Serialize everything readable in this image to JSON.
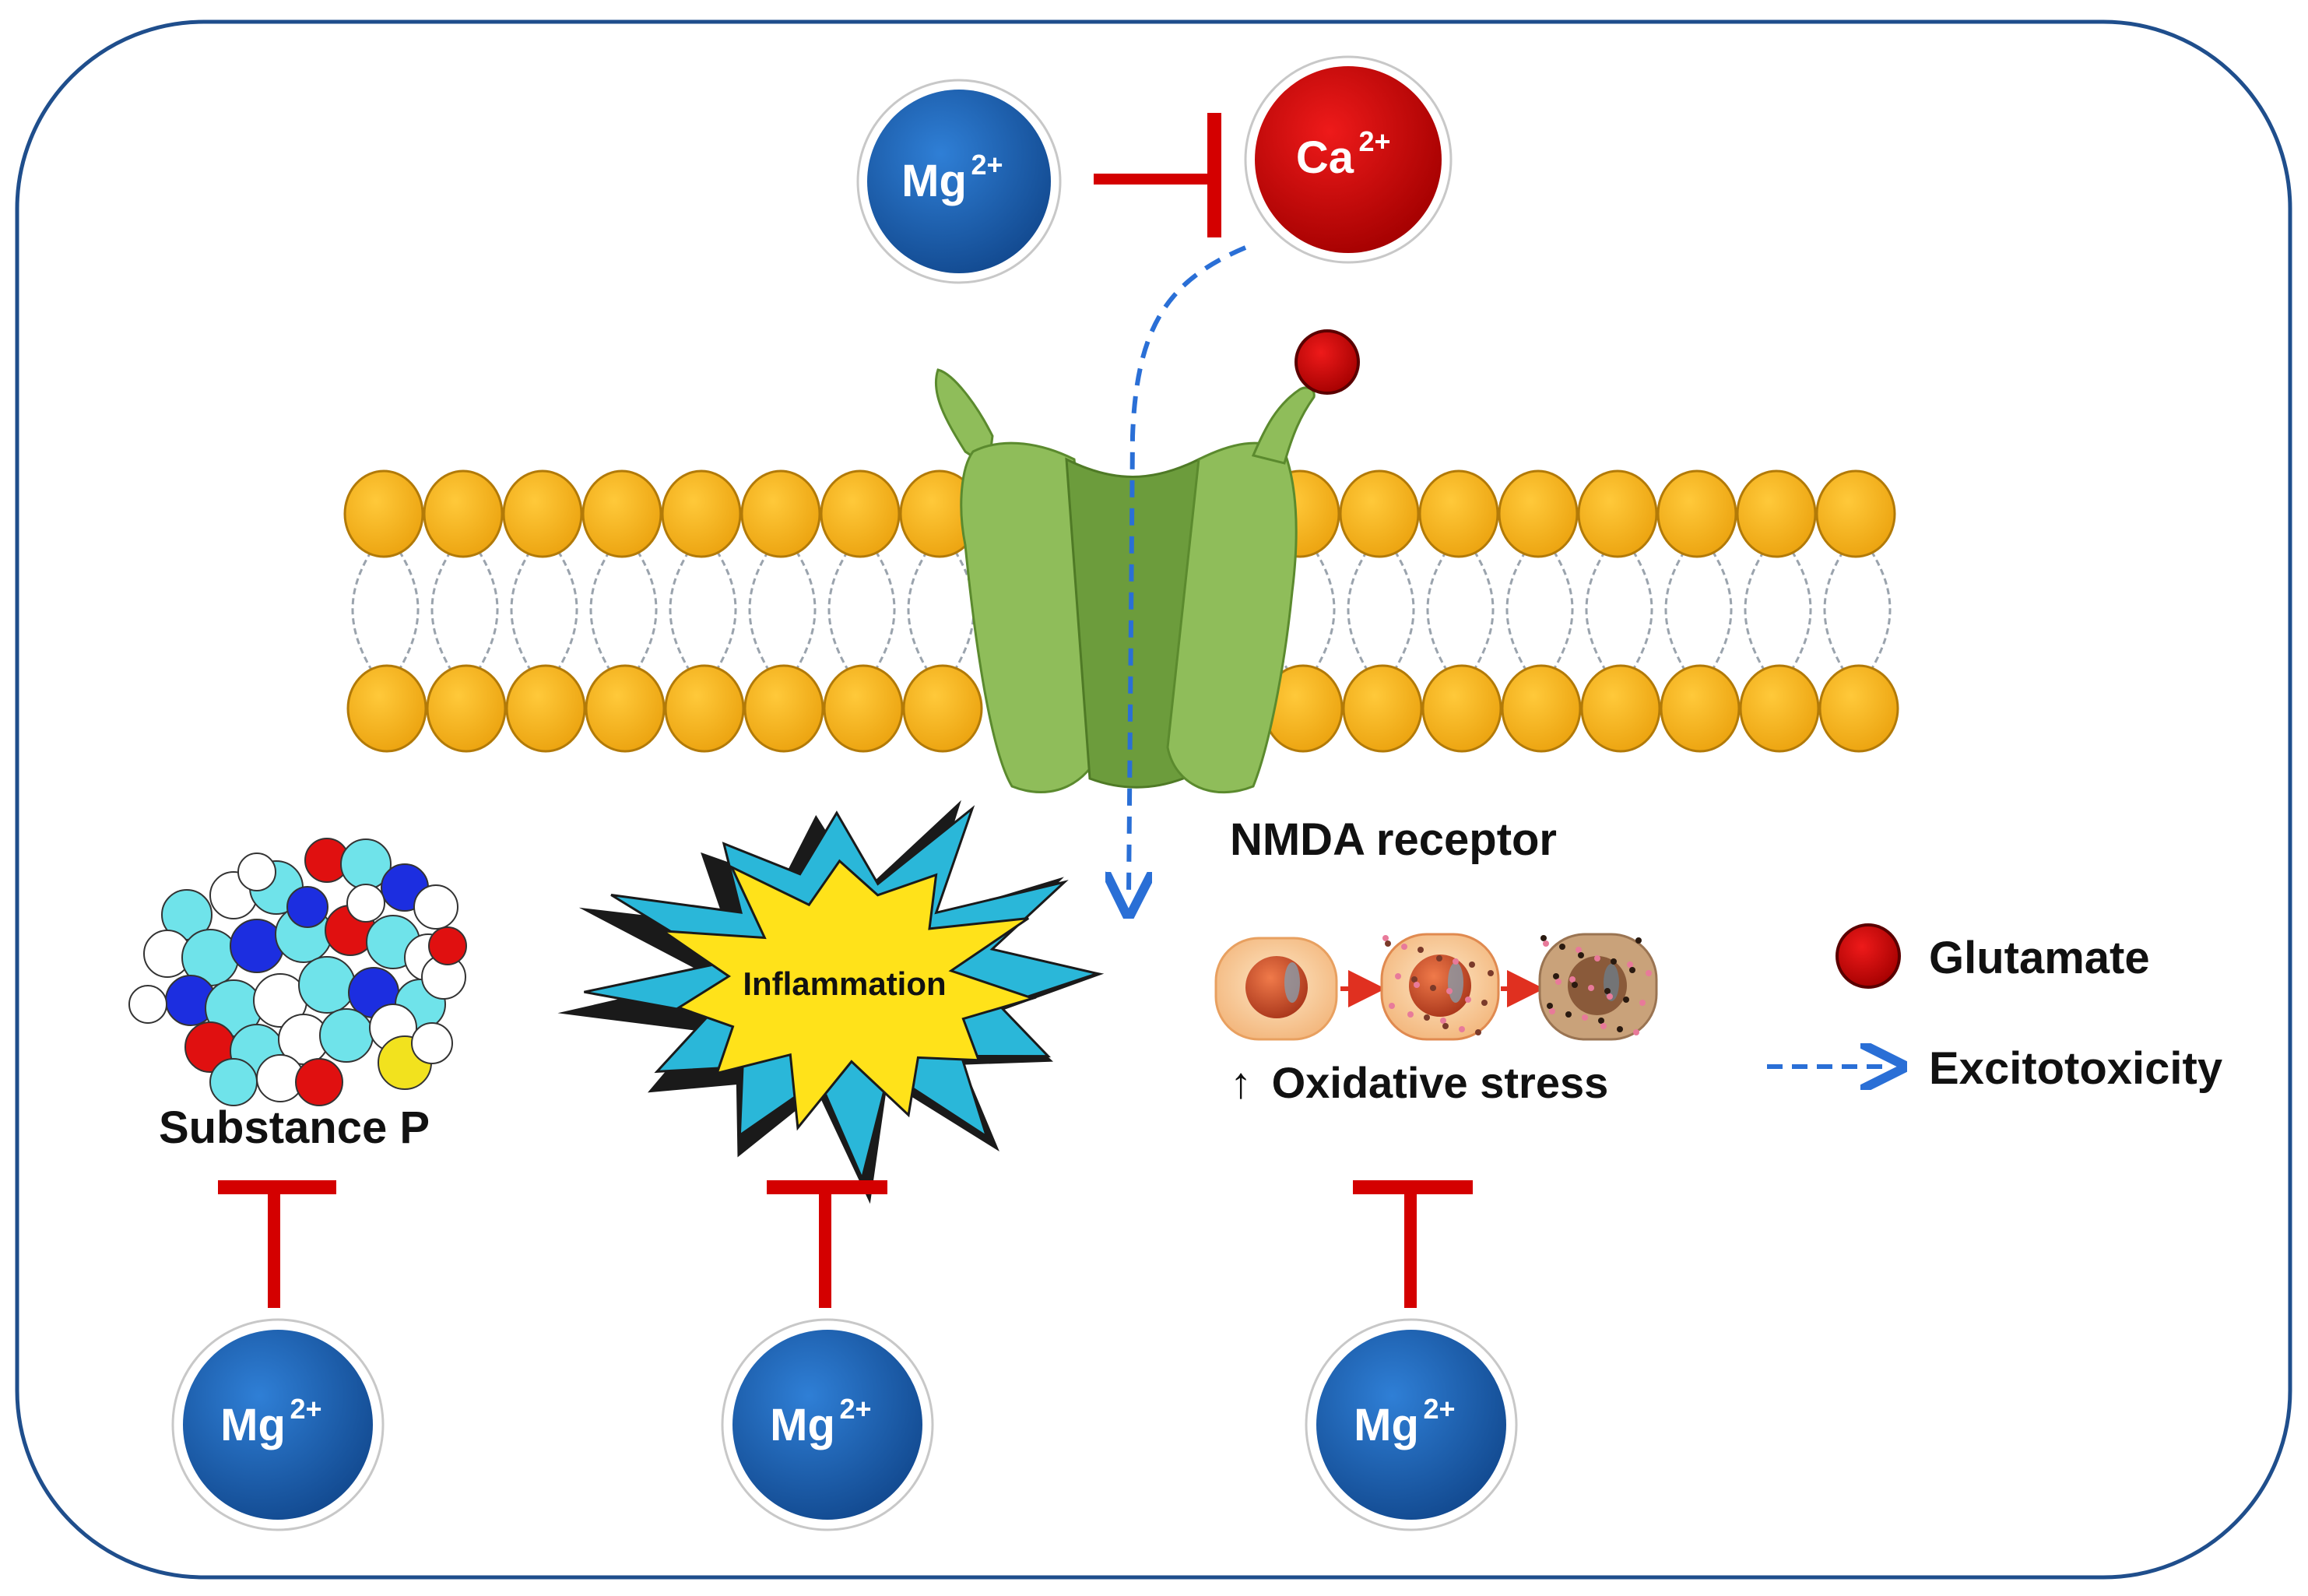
{
  "ions": {
    "mg": {
      "symbol": "Mg",
      "charge": "2+"
    },
    "ca": {
      "symbol": "Ca",
      "charge": "2+"
    }
  },
  "labels": {
    "nmda_receptor": "NMDA receptor",
    "substance_p": "Substance P",
    "inflammation": "Inflammation",
    "oxidative_stress": "Oxidative stress",
    "increase_arrow": "↑"
  },
  "legend": {
    "glutamate": "Glutamate",
    "excitotoxicity": "Excitotoxicity"
  },
  "colors": {
    "mg_blue": "#1a5fb4",
    "ca_red": "#cc0000",
    "inhibit_red": "#d40000",
    "lipid_orange": "#f7b417",
    "receptor_green": "#8fbd5a",
    "receptor_dark_green": "#6c9c3c",
    "excitotoxicity_blue": "#2a6fd6",
    "frame_blue": "#1f4e8c",
    "burst_cyan": "#2ab7d9",
    "burst_yellow": "#ffe21a"
  }
}
